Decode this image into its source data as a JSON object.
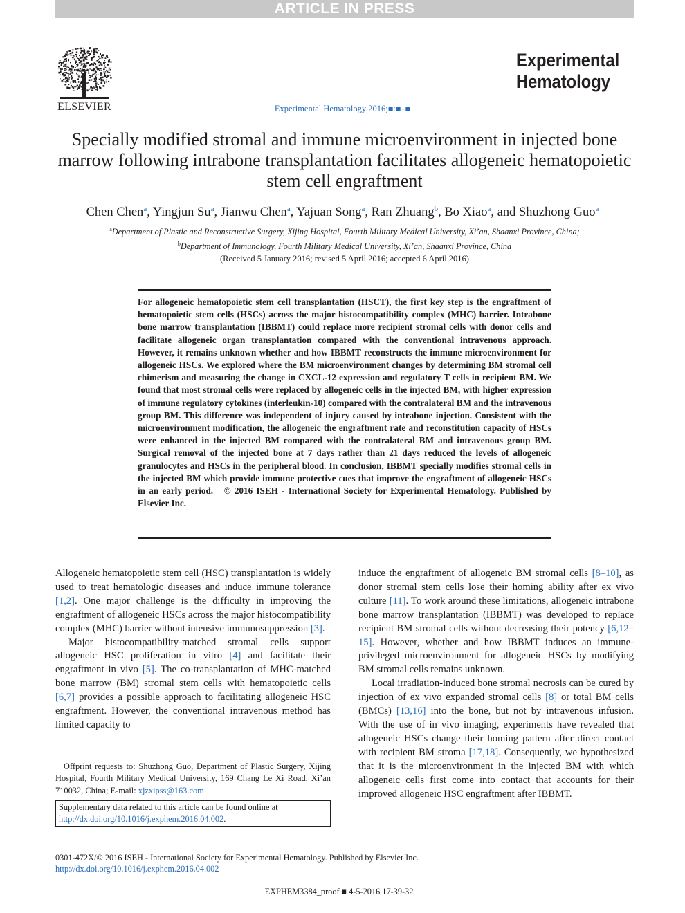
{
  "banner": "ARTICLE IN PRESS",
  "publisher_logo": "ELSEVIER",
  "journal_logo": [
    "Experimental",
    "Hematology"
  ],
  "citation": "Experimental Hematology 2016;■:■–■",
  "title": "Specially modified stromal and immune microenvironment in injected bone marrow following intrabone transplantation facilitates allogeneic hematopoietic stem cell engraftment",
  "authors": [
    {
      "name": "Chen Chen",
      "aff": "a",
      "sep": ", "
    },
    {
      "name": "Yingjun Su",
      "aff": "a",
      "sep": ", "
    },
    {
      "name": "Jianwu Chen",
      "aff": "a",
      "sep": ", "
    },
    {
      "name": "Yajuan Song",
      "aff": "a",
      "sep": ", "
    },
    {
      "name": "Ran Zhuang",
      "aff": "b",
      "sep": ", "
    },
    {
      "name": "Bo Xiao",
      "aff": "a",
      "sep": ", and "
    },
    {
      "name": "Shuzhong Guo",
      "aff": "a",
      "sep": ""
    }
  ],
  "affiliations": [
    {
      "mark": "a",
      "text": "Department of Plastic and Reconstructive Surgery, Xijing Hospital, Fourth Military Medical University, Xi’an, Shaanxi Province, China;"
    },
    {
      "mark": "b",
      "text": "Department of Immunology, Fourth Military Medical University, Xi’an, Shaanxi Province, China"
    }
  ],
  "received": "(Received 5 January 2016; revised 5 April 2016; accepted 6 April 2016)",
  "abstract": "For allogeneic hematopoietic stem cell transplantation (HSCT), the first key step is the engraftment of hematopoietic stem cells (HSCs) across the major histocompatibility complex (MHC) barrier. Intrabone bone marrow transplantation (IBBMT) could replace more recipient stromal cells with donor cells and facilitate allogeneic organ transplantation compared with the conventional intravenous approach. However, it remains unknown whether and how IBBMT reconstructs the immune microenvironment for allogeneic HSCs. We explored where the BM microenvironment changes by determining BM stromal cell chimerism and measuring the change in CXCL-12 expression and regulatory T cells in recipient BM. We found that most stromal cells were replaced by allogeneic cells in the injected BM, with higher expression of immune regulatory cytokines (interleukin-10) compared with the contralateral BM and the intravenous group BM. This difference was independent of injury caused by intrabone injection. Consistent with the microenvironment modification, the allogeneic the engraftment rate and reconstitution capacity of HSCs were enhanced in the injected BM compared with the contralateral BM and intravenous group BM. Surgical removal of the injected bone at 7 days rather than 21 days reduced the levels of allogeneic granulocytes and HSCs in the peripheral blood. In conclusion, IBBMT specially modifies stromal cells in the injected BM which provide immune protective cues that improve the engraftment of allogeneic HSCs in an early period.   © 2016 ISEH - International Society for Experimental Hematology. Published by Elsevier Inc.",
  "body_left": [
    [
      {
        "t": "Allogeneic hematopoietic stem cell (HSC) transplantation is widely used to treat hematologic diseases and induce immune tolerance "
      },
      {
        "t": "[1,2]",
        "link": true
      },
      {
        "t": ". One major challenge is the difficulty in improving the engraftment of allogeneic HSCs across the major histocompatibility complex (MHC) barrier without intensive immunosuppression "
      },
      {
        "t": "[3]",
        "link": true
      },
      {
        "t": "."
      }
    ],
    [
      {
        "t": "Major histocompatibility-matched stromal cells support allogeneic HSC proliferation in vitro "
      },
      {
        "t": "[4]",
        "link": true
      },
      {
        "t": " and facilitate their engraftment in vivo "
      },
      {
        "t": "[5]",
        "link": true
      },
      {
        "t": ". The co-transplantation of MHC-matched bone marrow (BM) stromal stem cells with hematopoietic cells "
      },
      {
        "t": "[6,7]",
        "link": true
      },
      {
        "t": " provides a possible approach to facilitating allogeneic HSC engraftment. However, the conventional intravenous method has limited capacity to"
      }
    ]
  ],
  "body_right": [
    [
      {
        "t": "induce the engraftment of allogeneic BM stromal cells "
      },
      {
        "t": "[8–10]",
        "link": true
      },
      {
        "t": ", as donor stromal stem cells lose their homing ability after ex vivo culture "
      },
      {
        "t": "[11]",
        "link": true
      },
      {
        "t": ". To work around these limitations, allogeneic intrabone bone marrow transplantation (IBBMT) was developed to replace recipient BM stromal cells without decreasing their potency "
      },
      {
        "t": "[6,12–15]",
        "link": true
      },
      {
        "t": ". However, whether and how IBBMT induces an immune-privileged microenvironment for allogeneic HSCs by modifying BM stromal cells remains unknown."
      }
    ],
    [
      {
        "t": "Local irradiation-induced bone stromal necrosis can be cured by injection of ex vivo expanded stromal cells "
      },
      {
        "t": "[8]",
        "link": true
      },
      {
        "t": " or total BM cells (BMCs) "
      },
      {
        "t": "[13,16]",
        "link": true
      },
      {
        "t": " into the bone, but not by intravenous infusion. With the use of in vivo imaging, experiments have revealed that allogeneic HSCs change their homing pattern after direct contact with recipient BM stroma "
      },
      {
        "t": "[17,18]",
        "link": true
      },
      {
        "t": ". Consequently, we hypothesized that it is the microenvironment in the injected BM with which allogeneic cells first come into contact that accounts for their improved allogeneic HSC engraftment after IBBMT."
      }
    ]
  ],
  "offprint": {
    "text": "Offprint requests to: Shuzhong Guo, Department of Plastic Surgery, Xijing Hospital, Fourth Military Medical University, 169 Chang Le Xi Road, Xi’an 710032, China; E-mail: ",
    "email": "xjzxipss@163.com"
  },
  "supplementary": {
    "text": "Supplementary data related to this article can be found online at ",
    "link": "http://dx.doi.org/10.1016/j.exphem.2016.04.002",
    "end": "."
  },
  "issn": "0301-472X/© 2016 ISEH - International Society for Experimental Hematology. Published by Elsevier Inc.",
  "doi": "http://dx.doi.org/10.1016/j.exphem.2016.04.002",
  "proof": "EXPHEM3384_proof ■ 4-5-2016 17-39-32",
  "colors": {
    "link": "#2a6ebb",
    "banner_bg": "#c8c8c8",
    "text": "#231f20"
  }
}
